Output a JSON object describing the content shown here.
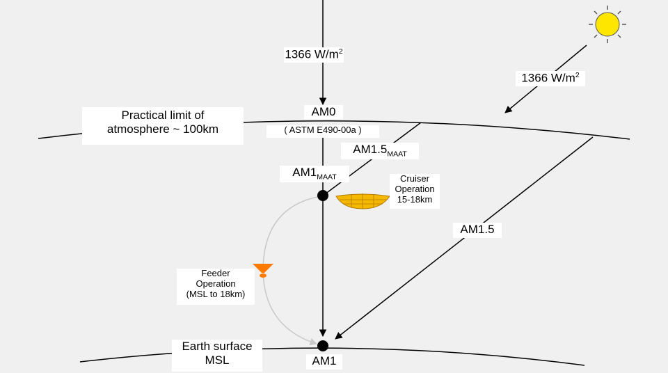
{
  "labels": {
    "toa_flux": {
      "value": "1366 W/m",
      "sup": "2"
    },
    "slant_flux": {
      "value": "1366 W/m",
      "sup": "2"
    },
    "am0": "AM0",
    "astm": "( ASTM E490-00a )",
    "practical_limit": {
      "line1": "Practical limit of",
      "line2": "atmosphere ~ 100km"
    },
    "am15_maat": {
      "base": "AM1.5",
      "sub": "MAAT"
    },
    "am1_maat": {
      "base": "AM1",
      "sub": "MAAT"
    },
    "cruiser": {
      "line1": "Cruiser",
      "line2": "Operation",
      "line3": "15-18km"
    },
    "am15": "AM1.5",
    "feeder": {
      "line1": "Feeder",
      "line2": "Operation",
      "line3": "(MSL to 18km)"
    },
    "earth_surface": {
      "line1": "Earth surface",
      "line2": "MSL"
    },
    "am1": "AM1"
  },
  "colors": {
    "background": "#f0f0f0",
    "sun": "#ffe600",
    "cruiser_airship": "#f5b800",
    "feeder_craft": "#ff7a00",
    "feeder_path": "#c8c8c8"
  },
  "icons": [
    "sun-icon",
    "cruiser-airship-icon",
    "feeder-craft-icon"
  ]
}
